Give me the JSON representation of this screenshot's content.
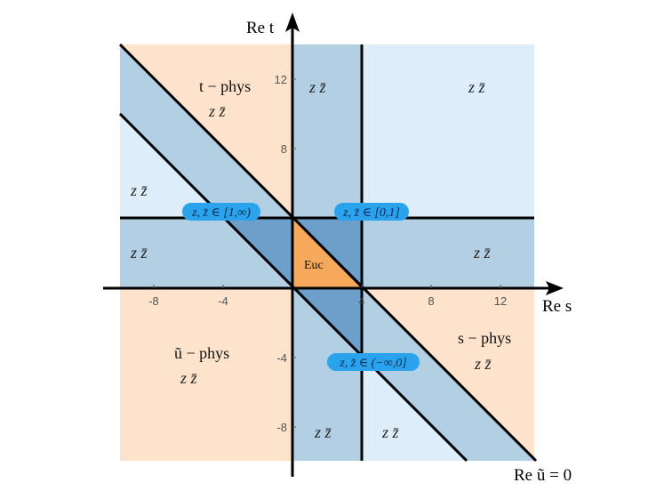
{
  "axes": {
    "horizontal_label": "Re s",
    "vertical_label": "Re t",
    "diagonal_label": "Re ũ = 0",
    "x_ticks": [
      "-8",
      "-4",
      "4",
      "8",
      "12"
    ],
    "y_ticks": [
      "12",
      "8",
      "-4",
      "-8"
    ]
  },
  "regions": {
    "t_phys": {
      "title": "t − phys",
      "label": "z  z̄"
    },
    "s_phys": {
      "title": "s − phys",
      "label": "z  z̄"
    },
    "u_phys": {
      "title": "ũ − phys",
      "label": "z  z̄"
    },
    "euclidean": {
      "title": "Euc"
    }
  },
  "pills": {
    "one_to_inf": "z, z̄ ∈ [1,∞)",
    "zero_one": "z, z̄ ∈ [0,1]",
    "neg_inf_zero": "z, z̄ ∈ (−∞,0]"
  },
  "cell_labels": {
    "top_center": "z  z̄",
    "top_right": "z  z̄",
    "left_upper": "z  z̄",
    "left_lower": "z  z̄",
    "right_middle": "z  z̄",
    "bottom_center": "z  z̄",
    "bottom_right": "z  z̄"
  },
  "colors": {
    "peach": "#fde3cb",
    "light_blue": "#ddeefa",
    "mid_blue": "#b3cfe4",
    "dark_blue": "#6d9fca",
    "orange": "#f7a95b",
    "pill_blue": "#2aa3ec"
  }
}
